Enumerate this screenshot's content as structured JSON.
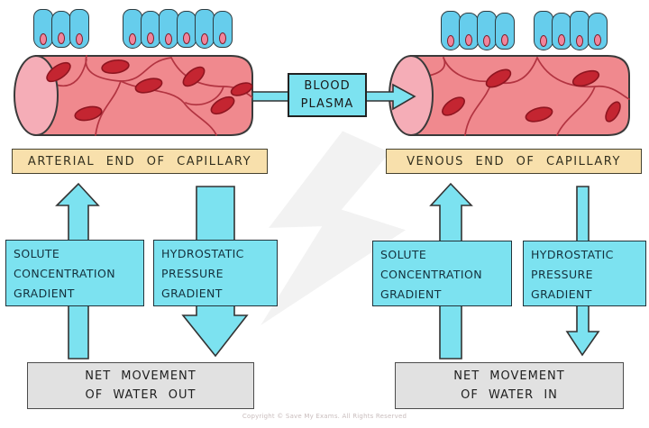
{
  "colors": {
    "cyan": "#7ce2f0",
    "cell": "#66cdec",
    "nucleus": "#f2849b",
    "capillary": "#f0898e",
    "capillary_end": "#f5adb7",
    "rbc": "#c42531",
    "rbc_outline": "#8e1520",
    "vessel_line": "#b23441",
    "cream": "#f8e0ac",
    "gray": "#e1e1e1",
    "text_dark": "#14313d",
    "watermark": "#ededed"
  },
  "cells": {
    "groups": [
      {
        "count": 3
      },
      {
        "count": 6
      },
      {
        "count": 4
      },
      {
        "count": 4
      }
    ]
  },
  "plasma_label": {
    "line1": "BLOOD",
    "line2": "PLASMA"
  },
  "left": {
    "end_label": "ARTERIAL END OF CAPILLARY",
    "solute": {
      "line1": "SOLUTE",
      "line2": "CONCENTRATION",
      "line3": "GRADIENT"
    },
    "hydrostatic": {
      "line1": "HYDROSTATIC",
      "line2": "PRESSURE",
      "line3": "GRADIENT"
    },
    "net": {
      "line1": "NET MOVEMENT",
      "line2": "OF WATER OUT"
    }
  },
  "right": {
    "end_label": "VENOUS END OF CAPILLARY",
    "solute": {
      "line1": "SOLUTE",
      "line2": "CONCENTRATION",
      "line3": "GRADIENT"
    },
    "hydrostatic": {
      "line1": "HYDROSTATIC",
      "line2": "PRESSURE",
      "line3": "GRADIENT"
    },
    "net": {
      "line1": "NET MOVEMENT",
      "line2": "OF WATER IN"
    }
  },
  "footer": {
    "copyright": "Copyright © Save My Exams. All Rights Reserved"
  }
}
